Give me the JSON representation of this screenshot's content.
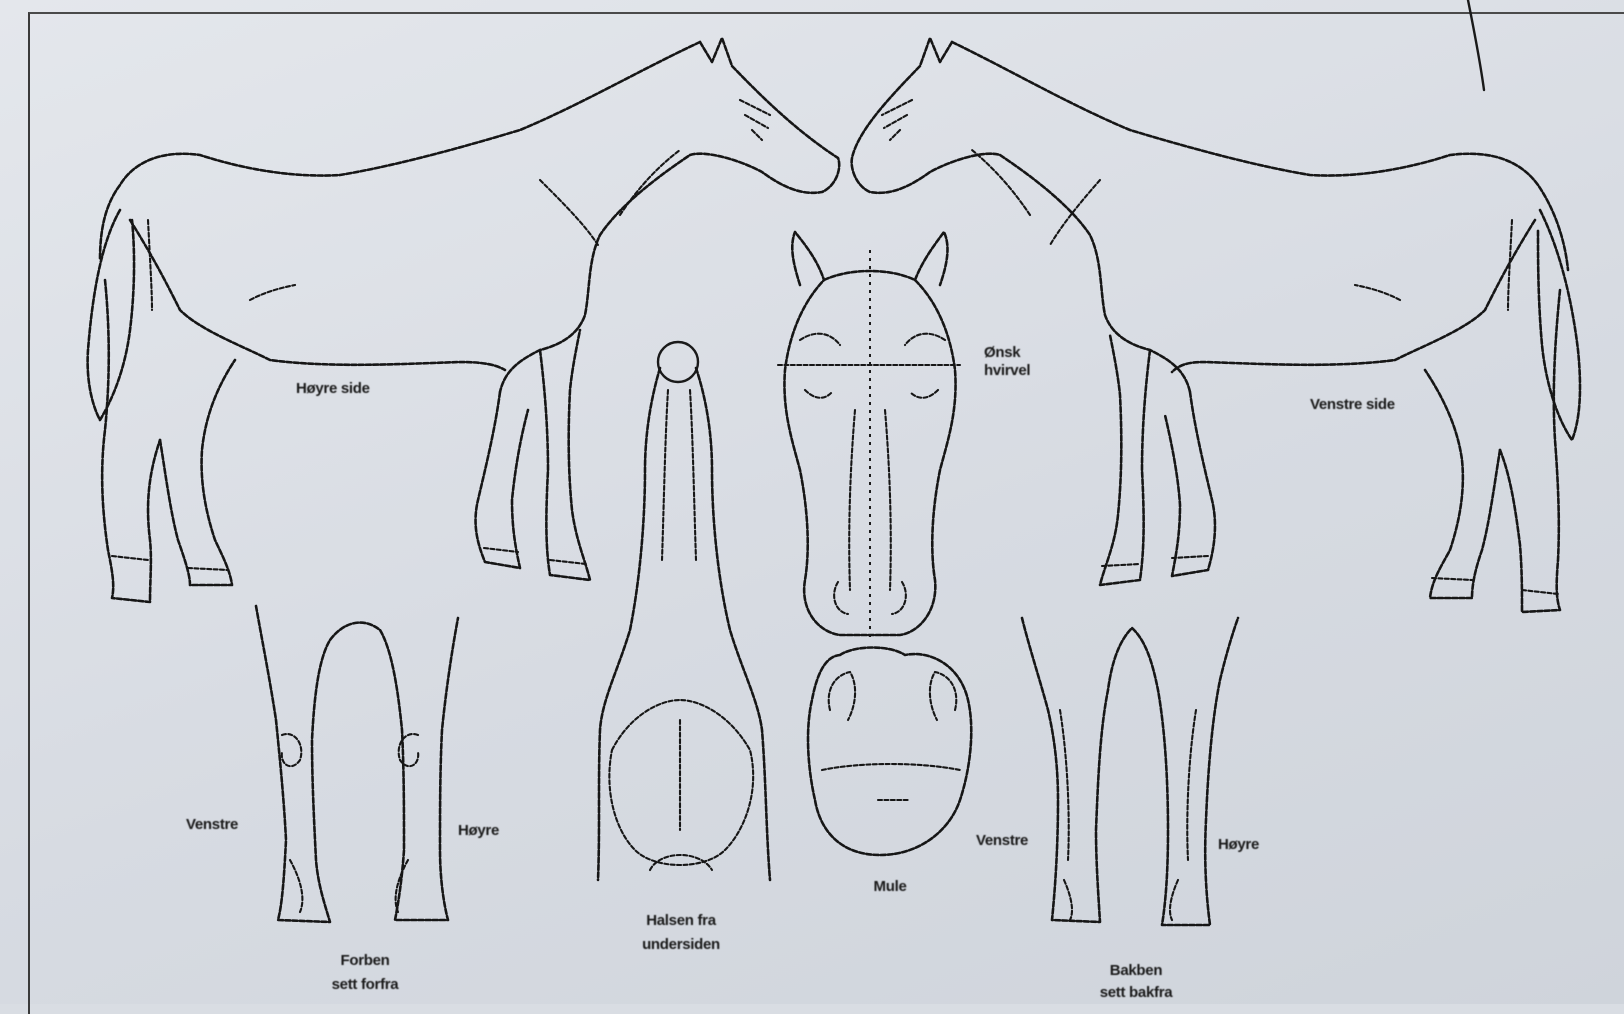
{
  "labels": {
    "right_side": "Høyre side",
    "left_side": "Venstre side",
    "whorl": "Ønsk hvirvel",
    "front_left": "Venstre",
    "front_right": "Høyre",
    "front_caption_1": "Forben",
    "front_caption_2": "sett forfra",
    "neck_caption_1": "Halsen fra",
    "neck_caption_2": "undersiden",
    "muzzle": "Mule",
    "hind_left": "Venstre",
    "hind_right": "Høyre",
    "hind_caption_1": "Bakben",
    "hind_caption_2": "sett bakfra"
  }
}
